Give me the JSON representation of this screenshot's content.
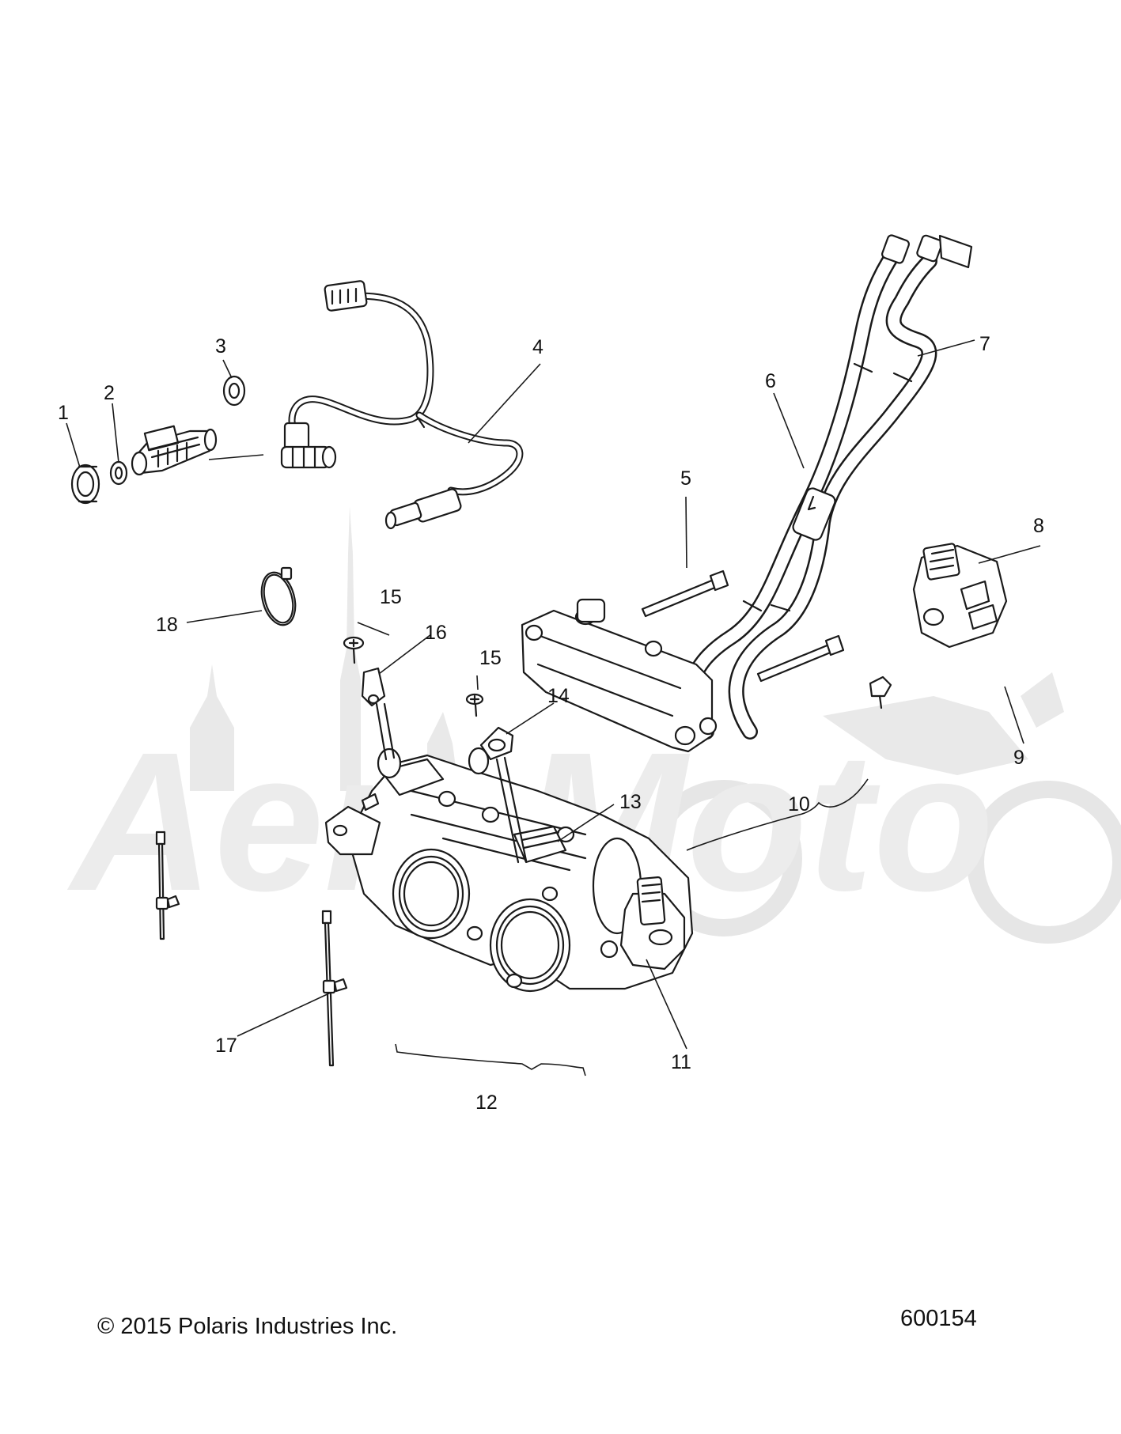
{
  "callouts": [
    {
      "id": "1",
      "label": "1"
    },
    {
      "id": "2",
      "label": "2"
    },
    {
      "id": "3",
      "label": "3"
    },
    {
      "id": "4",
      "label": "4"
    },
    {
      "id": "5",
      "label": "5"
    },
    {
      "id": "6",
      "label": "6"
    },
    {
      "id": "7",
      "label": "7"
    },
    {
      "id": "8",
      "label": "8"
    },
    {
      "id": "9",
      "label": "9"
    },
    {
      "id": "10",
      "label": "10"
    },
    {
      "id": "11",
      "label": "11"
    },
    {
      "id": "12",
      "label": "12"
    },
    {
      "id": "13",
      "label": "13"
    },
    {
      "id": "14",
      "label": "14"
    },
    {
      "id": "15a",
      "label": "15"
    },
    {
      "id": "15b",
      "label": "15"
    },
    {
      "id": "16",
      "label": "16"
    },
    {
      "id": "17",
      "label": "17"
    },
    {
      "id": "18",
      "label": "18"
    }
  ],
  "footer": {
    "copyright": "© 2015 Polaris Industries Inc.",
    "drawing_number": "600154"
  },
  "watermark": {
    "text": "AeroMoto"
  }
}
